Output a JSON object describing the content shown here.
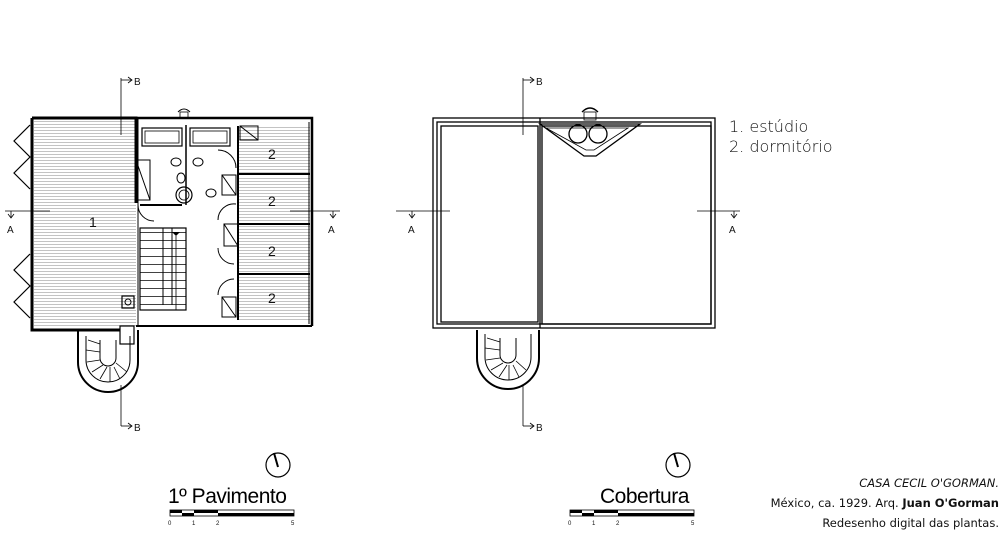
{
  "legend": {
    "item1": "1. estúdio",
    "item2": "2. dormitório"
  },
  "plans": {
    "first_floor_title": "1º Pavimento",
    "roof_title": "Cobertura",
    "room_1": "1",
    "room_2": "2",
    "section_a": "A",
    "section_b": "B"
  },
  "scale": {
    "ticks": [
      "0",
      "1",
      "2",
      "5"
    ]
  },
  "caption": {
    "line1": "CASA CECIL O'GORMAN.",
    "line2_prefix": "México, ca. 1929. Arq. ",
    "line2_architect": "Juan O'Gorman",
    "line3": "Redesenho digital das plantas."
  }
}
